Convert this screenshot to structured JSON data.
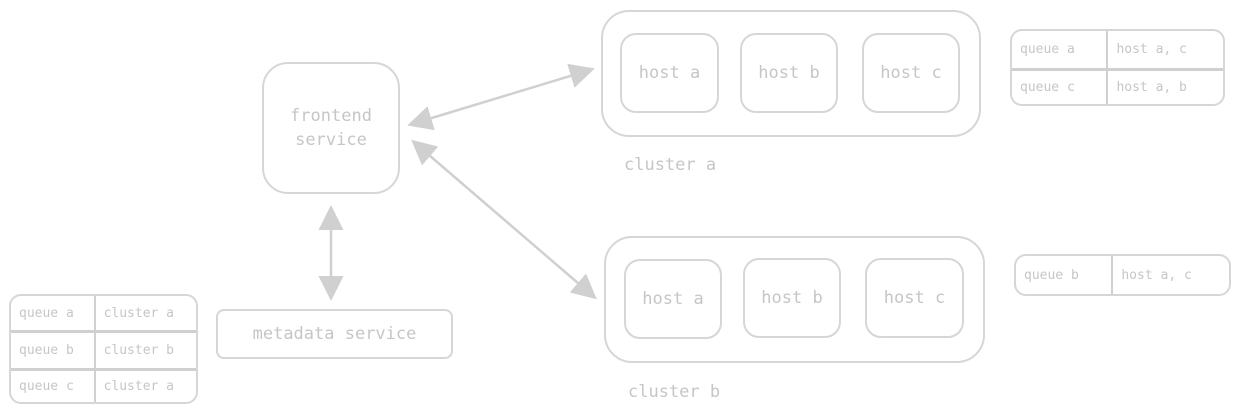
{
  "frontend": {
    "line1": "frontend",
    "line2": "service"
  },
  "metadata": {
    "label": "metadata service"
  },
  "metadata_table": {
    "rows": [
      {
        "queue": "queue a",
        "cluster": "cluster a"
      },
      {
        "queue": "queue b",
        "cluster": "cluster b"
      },
      {
        "queue": "queue c",
        "cluster": "cluster a"
      }
    ]
  },
  "clusters": [
    {
      "name": "cluster a",
      "hosts": [
        "host a",
        "host b",
        "host c"
      ],
      "table": [
        {
          "queue": "queue a",
          "hosts": "host a, c"
        },
        {
          "queue": "queue c",
          "hosts": "host a, b"
        }
      ]
    },
    {
      "name": "cluster b",
      "hosts": [
        "host a",
        "host b",
        "host c"
      ],
      "table": [
        {
          "queue": "queue b",
          "hosts": "host a, c"
        }
      ]
    }
  ],
  "colors": {
    "stroke": "#d6d6d6",
    "text": "#c6c6c6"
  }
}
